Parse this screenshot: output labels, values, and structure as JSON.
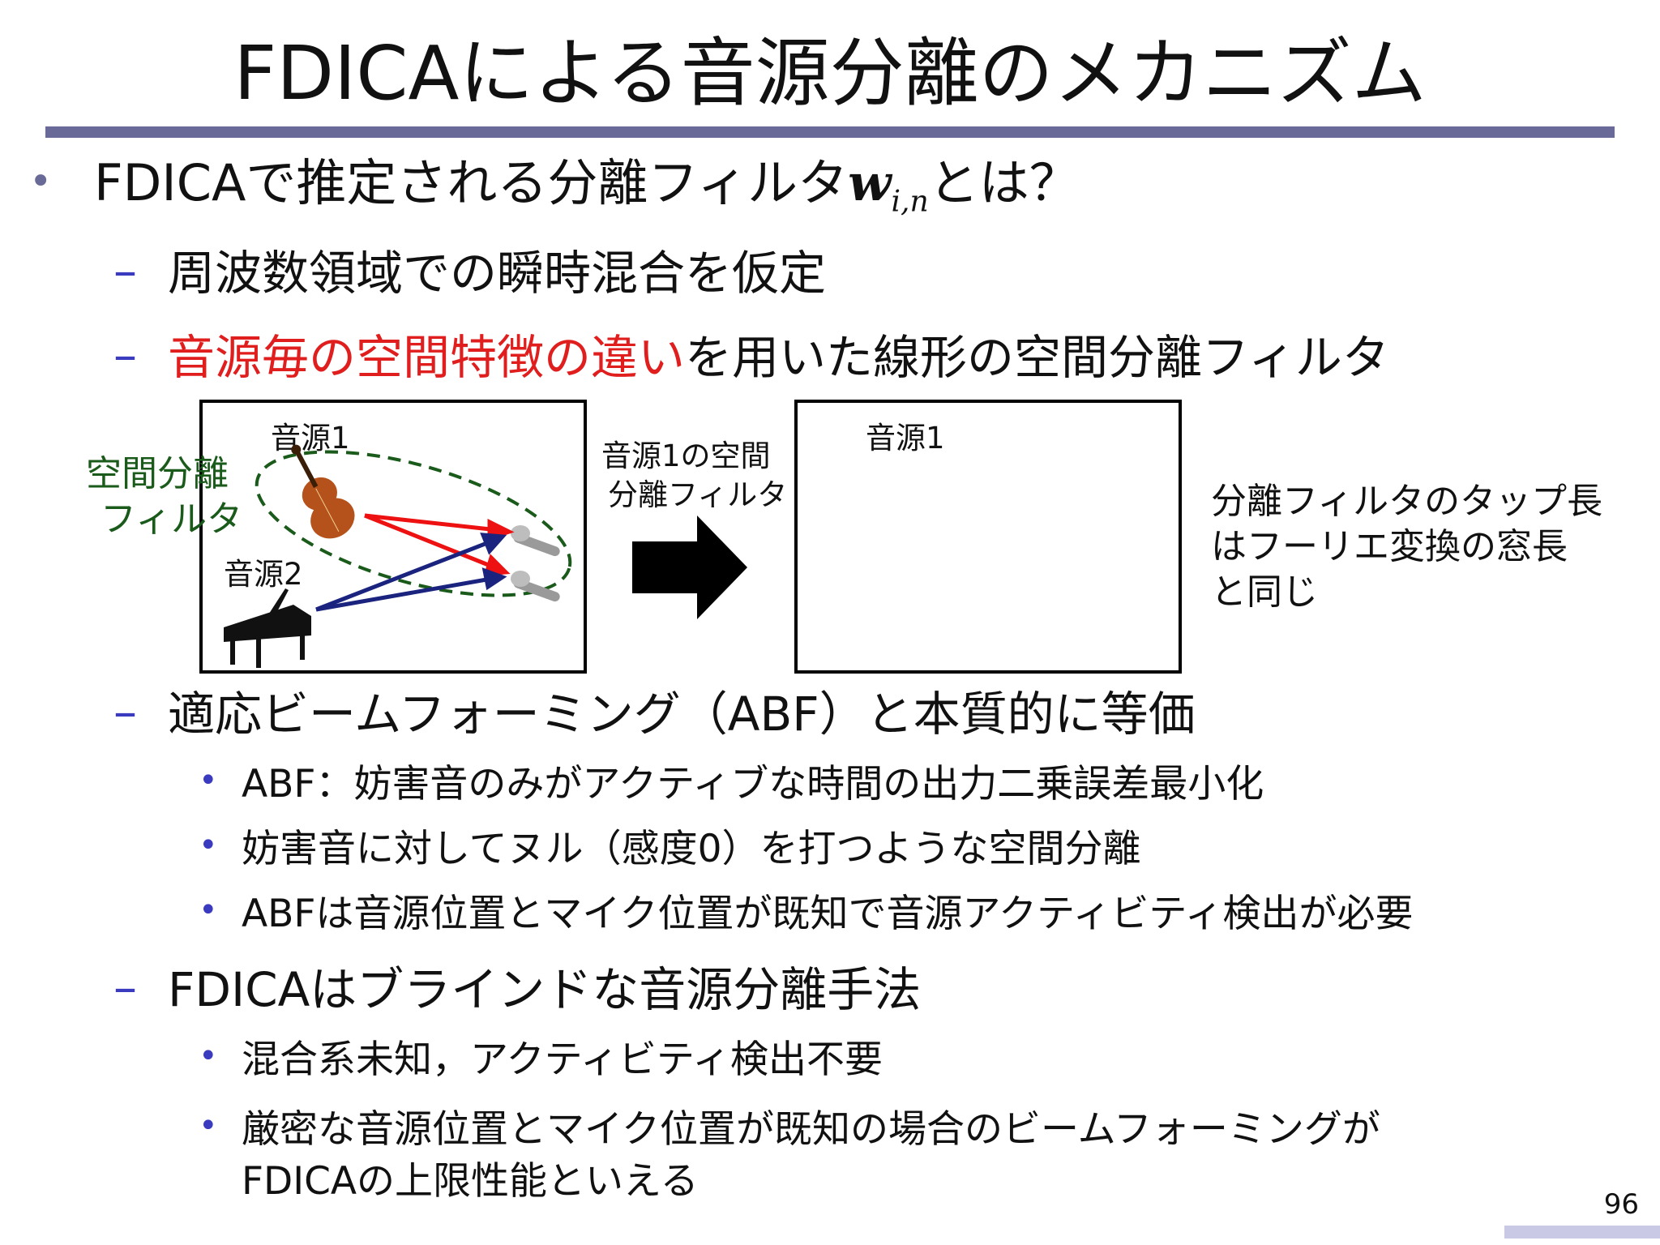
{
  "title": "FDICAによる音源分離のメカニズム",
  "bullet1": {
    "text": "FDICAで推定される分離フィルタ",
    "math_var": "w",
    "math_sub": "i,n",
    "suffix": "とは？"
  },
  "sub1": "周波数領域での瞬時混合を仮定",
  "sub2": {
    "red_text": "音源毎の空間特徴の違い",
    "text": "を用いた線形の空間分離フィルタ"
  },
  "figure": {
    "left_panel": {
      "source1": "音源1",
      "source2": "音源2"
    },
    "spatial_filter_label": [
      "空間分離",
      "フィルタ"
    ],
    "arrow_caption": [
      "音源1の空間",
      "分離フィルタ"
    ],
    "right_panel": {
      "source1": "音源1"
    },
    "note": [
      "分離フィルタのタップ長",
      "はフーリエ変換の窓長",
      "と同じ"
    ]
  },
  "sub3": "適応ビームフォーミング（ABF）と本質的に等価",
  "sub3_items": [
    "ABF：妨害音のみがアクティブな時間の出力二乗誤差最小化",
    "妨害音に対してヌル（感度0）を打つような空間分離",
    "ABFは音源位置とマイク位置が既知で音源アクティビティ検出が必要"
  ],
  "sub4": "FDICAはブラインドな音源分離手法",
  "sub4_items": [
    "混合系未知，アクティビティ検出不要",
    "厳密な音源位置とマイク位置が既知の場合のビームフォーミングが",
    "FDICAの上限性能といえる"
  ],
  "page_number": "96",
  "colors": {
    "accent_rule": "#6a6a98",
    "dash": "#3b3bbf",
    "highlight": "#e01e1e",
    "arrow_red": "#ee1111",
    "arrow_blue": "#1a237e",
    "ellipse_green": "#1a5a1a"
  }
}
